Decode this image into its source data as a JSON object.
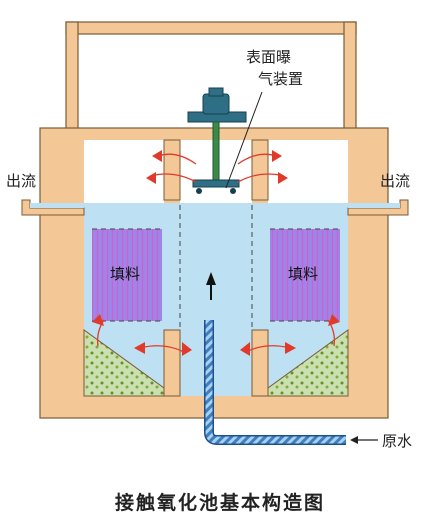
{
  "labels": {
    "aerator": [
      "表面曝",
      "气装置"
    ],
    "outflow_left": "出流",
    "outflow_right": "出流",
    "media_left": "填料",
    "media_right": "填料",
    "raw_water": "原水"
  },
  "caption": "接触氧化池基本构造图",
  "colors": {
    "tank_wall": "#f3c896",
    "tank_outline": "#7a5a36",
    "water": "#bde0f2",
    "media": "#9b87e8",
    "media_lines": "#d25fd2",
    "sludge": "#c9e0b0",
    "sludge_dots": "#6a8e2a",
    "arrow_red": "#e23a2a",
    "motor": "#2f6f86",
    "pipe": "#3f7fc0"
  }
}
